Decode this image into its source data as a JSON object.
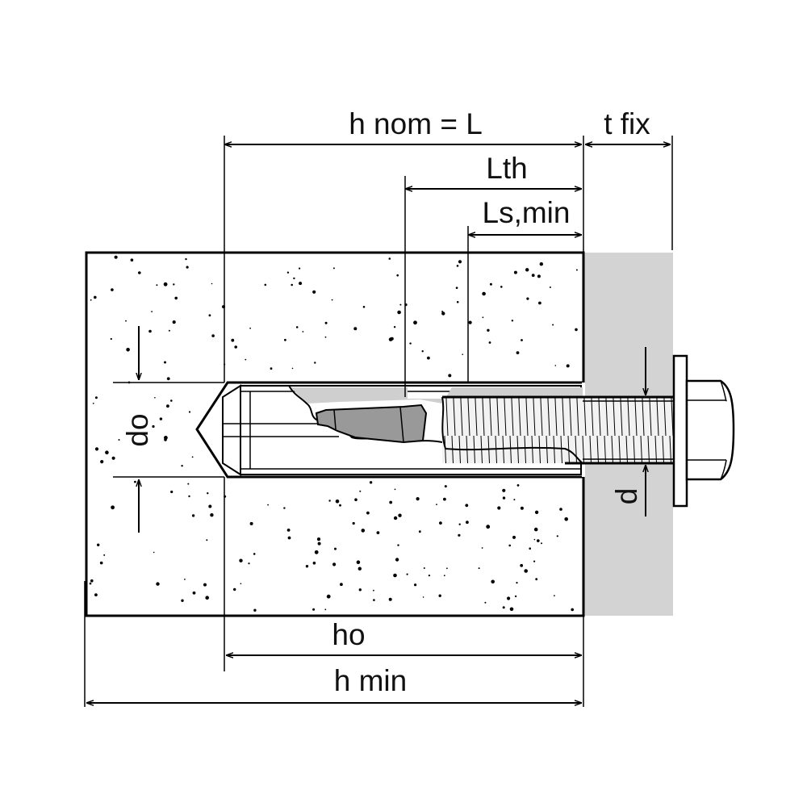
{
  "labels": {
    "h_nom": "h nom = L",
    "t_fix": "t fix",
    "l_th": "Lth",
    "l_s_min": "Ls,min",
    "d_o": "do",
    "d": "d",
    "h_o": "ho",
    "h_min": "h min"
  },
  "colors": {
    "line": "#000000",
    "fixture": "#d3d3d3",
    "concrete": "#ffffff",
    "sleeve_shade": "#999999",
    "thread_fill": "#f2f2f2"
  }
}
